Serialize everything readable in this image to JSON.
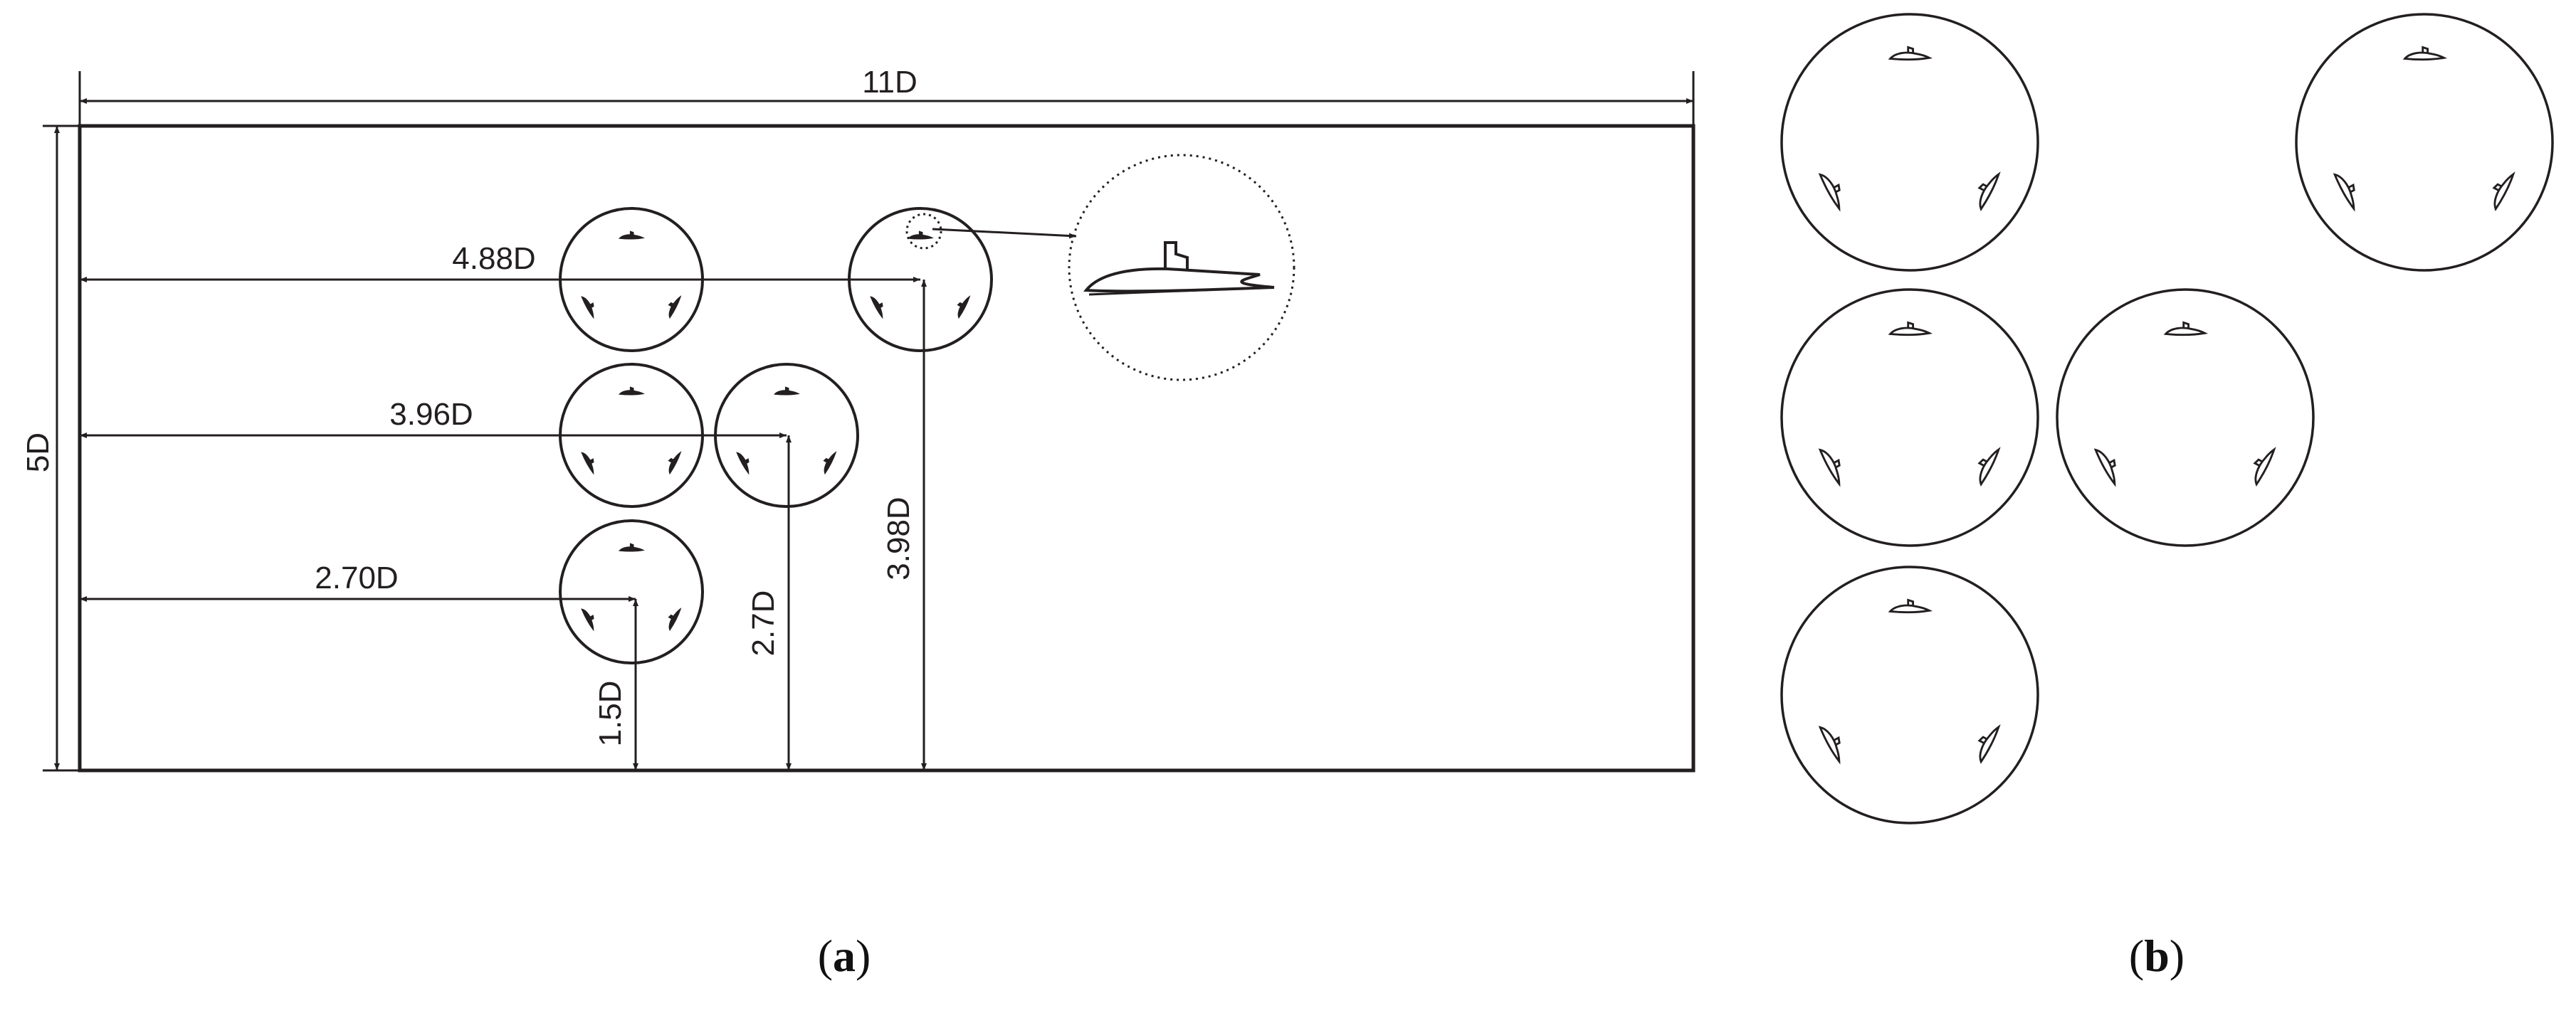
{
  "panel_a": {
    "width_label": "11D",
    "height_label": "5D",
    "horizontal_dims": [
      "4.88D",
      "3.96D",
      "2.70D"
    ],
    "vertical_dims": [
      "1.5D",
      "2.7D",
      "3.98D"
    ],
    "caption_letter": "a"
  },
  "panel_b": {
    "caption_letter": "b"
  },
  "colors": {
    "line": "#231f20",
    "background": "#ffffff"
  }
}
